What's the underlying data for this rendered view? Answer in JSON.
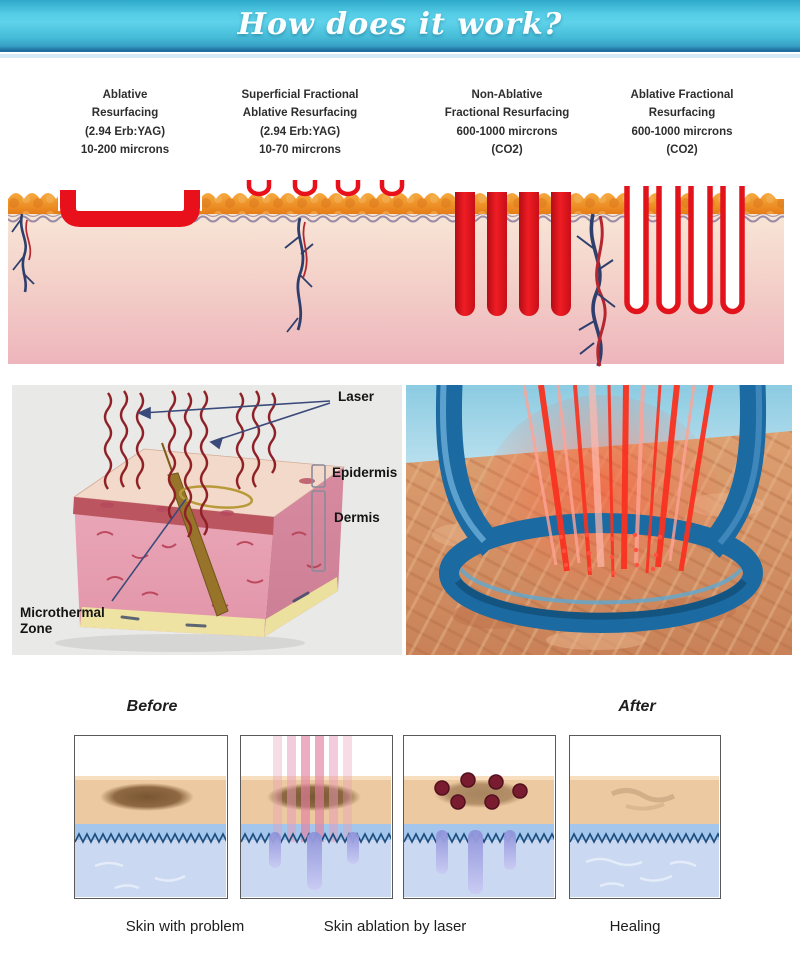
{
  "banner": {
    "title": "How does it work?"
  },
  "treatments": [
    {
      "lines": [
        "Ablative",
        "Resurfacing",
        "(2.94 Erb:YAG)",
        "10-200 mircrons"
      ]
    },
    {
      "lines": [
        "Superficial Fractional",
        "Ablative Resurfacing",
        "(2.94 Erb:YAG)",
        "10-70 mircrons"
      ]
    },
    {
      "lines": [
        "Non-Ablative",
        "Fractional Resurfacing",
        "600-1000 mircrons",
        "(CO2)"
      ]
    },
    {
      "lines": [
        "Ablative Fractional",
        "Resurfacing",
        "600-1000 mircrons",
        "(CO2)"
      ]
    }
  ],
  "anatomy": {
    "laser": "Laser",
    "epidermis": "Epidermis",
    "dermis": "Dermis",
    "microthermal": "Microthermal Zone"
  },
  "process": {
    "before": "Before",
    "after": "After",
    "captions": [
      "Skin with problem",
      "Skin ablation by laser",
      "Healing"
    ]
  },
  "colors": {
    "banner_cyan": "#55cde6",
    "banner_edge": "#1f6f9e",
    "laser_red": "#e8111b",
    "surface_orange": "#ee8d25",
    "dermis_pink": "#f0bdc2",
    "vessel_navy": "#2e3f6d",
    "device_blue": "#1b6aa2",
    "rod_purple": "#9a9ede",
    "spot_brown": "#7d5a33"
  }
}
